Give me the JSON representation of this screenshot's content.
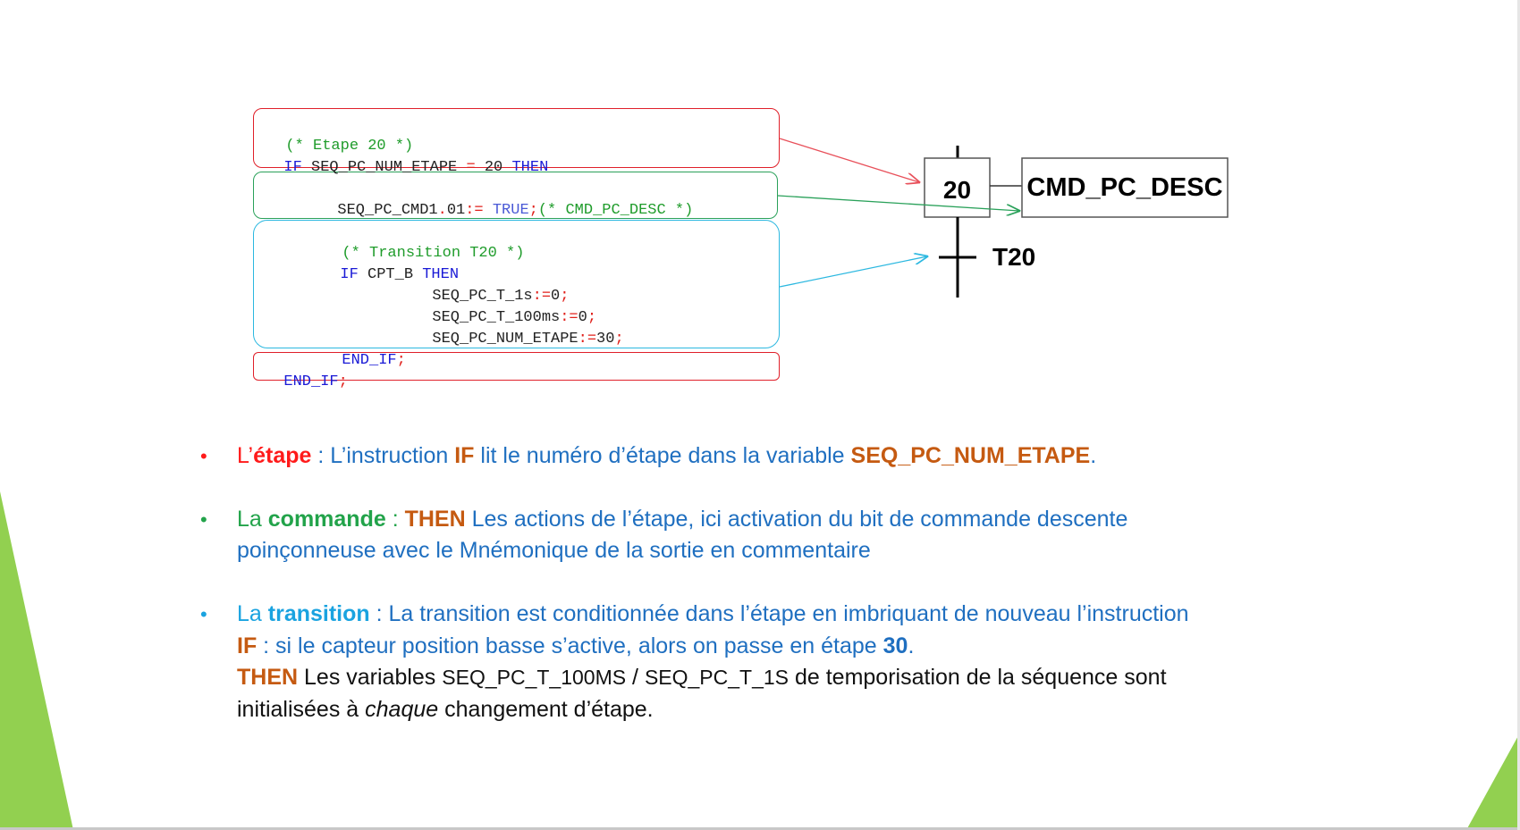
{
  "code": {
    "comment_step": "(* Etape 20 *)",
    "if_keyword": "IF",
    "if_var": "SEQ_PC_NUM_ETAPE",
    "if_eq": "=",
    "if_value": "20",
    "then_keyword": "THEN",
    "cmd_var": "SEQ_PC_CMD1",
    "cmd_dot": ".",
    "cmd_bit": "01",
    "cmd_assign": ":=",
    "cmd_true": "TRUE",
    "cmd_semicolon": ";",
    "cmd_comment": "(* CMD_PC_DESC *)",
    "comment_transition": "(* Transition T20 *)",
    "if2_keyword": "IF",
    "if2_var": "CPT_B",
    "then2_keyword": "THEN",
    "line_t1s_var": "SEQ_PC_T_1s",
    "line_t1s_op": ":=",
    "line_t1s_val": "0",
    "line_t1s_semi": ";",
    "line_t100_var": "SEQ_PC_T_100ms",
    "line_t100_op": ":=",
    "line_t100_val": "0",
    "line_t100_semi": ";",
    "line_num_var": "SEQ_PC_NUM_ETAPE",
    "line_num_op": ":=",
    "line_num_val": "30",
    "line_num_semi": ";",
    "end_if_inner": "END_IF",
    "end_if_inner_semi": ";",
    "end_if_outer": "END_IF",
    "end_if_outer_semi": ";"
  },
  "grafcet": {
    "step_number": "20",
    "action_label": "CMD_PC_DESC",
    "transition_label": "T20"
  },
  "bullets": {
    "b1": {
      "pre": "L’",
      "term": "étape",
      "sep": " : L’instruction ",
      "kw": "IF",
      "text": " lit le numéro d’étape dans  la variable ",
      "var": "SEQ_PC_NUM_ETAPE",
      "end": "."
    },
    "b2": {
      "pre": "La ",
      "term": "commande",
      "sep": " : ",
      "kw": "THEN",
      "text1": " Les actions de l’étape, ici activation du bit de commande descente",
      "text2": "poinçonneuse avec le Mnémonique de la sortie en commentaire"
    },
    "b3": {
      "pre": "La ",
      "term": "transition",
      "text1": " : La transition est conditionnée dans l’étape en imbriquant de nouveau l’instruction",
      "kw_if": "IF",
      "text2": " : si le capteur position basse s’active, alors on passe en étape ",
      "num": "30",
      "end2": ".",
      "kw_then": "THEN",
      "text3a": " Les variables ",
      "var1": "SEQ_PC_T_100MS",
      "slash": " / ",
      "var2": "SEQ_PC_T_1S",
      "text3b": "  de temporisation de la séquence sont",
      "text4a": "initialisées à ",
      "text4i": "chaque",
      "text4b": " changement d’étape."
    }
  },
  "colors": {
    "red_box": "#e0202a",
    "green_box": "#2aa15a",
    "cyan_box": "#2cb8e0",
    "accent_green": "#92d050"
  }
}
